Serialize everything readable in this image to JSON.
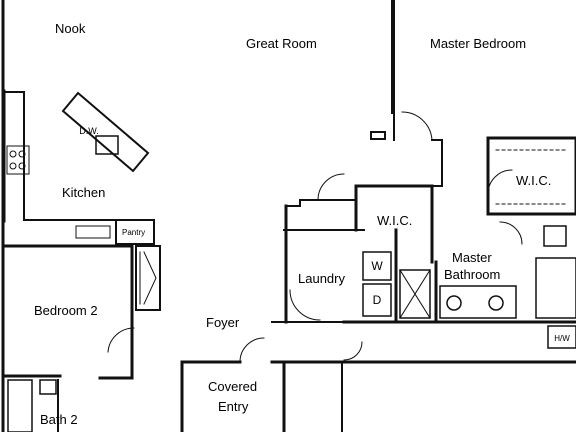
{
  "rooms": {
    "nook": "Nook",
    "great_room": "Great Room",
    "master_bedroom": "Master Bedroom",
    "kitchen": "Kitchen",
    "pantry": "Pantry",
    "wic_left": "W.I.C.",
    "wic_right": "W.I.C.",
    "laundry": "Laundry",
    "washer": "W",
    "dryer": "D",
    "master_bathroom_line1": "Master",
    "master_bathroom_line2": "Bathroom",
    "bedroom_2": "Bedroom 2",
    "foyer": "Foyer",
    "covered_entry_line1": "Covered",
    "covered_entry_line2": "Entry",
    "bath_2": "Bath 2",
    "dishwasher": "D.W.",
    "water_heater": "H/W"
  }
}
